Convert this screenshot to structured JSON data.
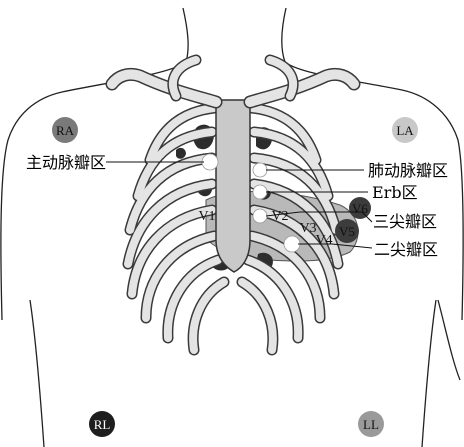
{
  "limb_electrodes": {
    "ra": "RA",
    "la": "LA",
    "rl": "RL",
    "ll": "LL"
  },
  "chest_leads": {
    "v1": "V1",
    "v2": "V2",
    "v3": "V3",
    "v4": "V4",
    "v5": "V5",
    "v6": "V6"
  },
  "auscultation_areas": {
    "aortic": "主动脉瓣区",
    "pulmonary": "肺动脉瓣区",
    "erb": "Erb区",
    "tricuspid": "三尖瓣区",
    "mitral": "二尖瓣区"
  },
  "colors": {
    "bone": "#e4e4e4",
    "bone_stroke": "#3a3a3a",
    "organ_dark": "#2d2d2d",
    "heart": "#b9b9b9",
    "ra_marker": "#7a7a7a",
    "la_marker": "#c8c8c8",
    "rl_marker": "#1e1e1e",
    "ll_marker": "#9a9a9a",
    "lead_marker": "#3c3c3c",
    "point_fill": "#ffffff"
  }
}
